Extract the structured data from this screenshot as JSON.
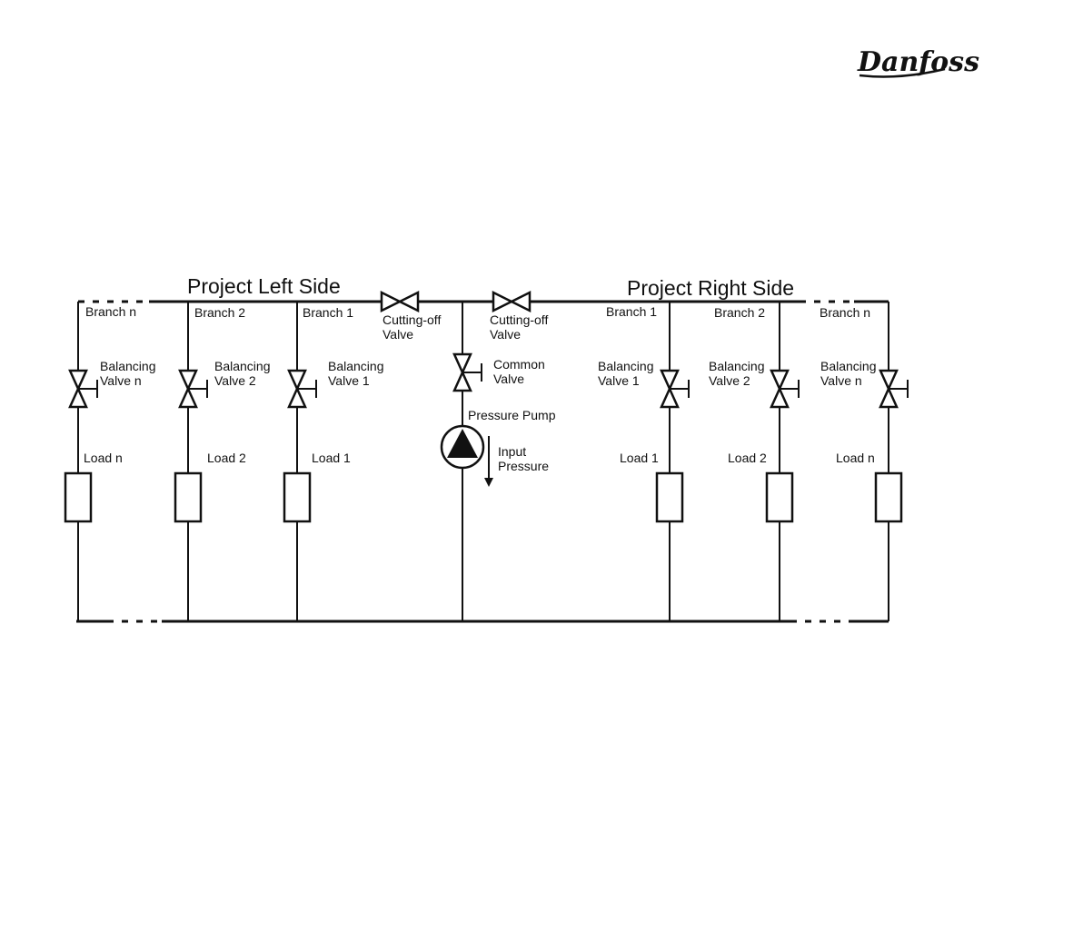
{
  "logo": {
    "text": "Danfoss"
  },
  "headings": {
    "left": "Project Left Side",
    "right": "Project Right Side"
  },
  "left": {
    "branches": [
      {
        "branch": "Branch n",
        "valve_line1": "Balancing",
        "valve_line2": "Valve n",
        "load": "Load n"
      },
      {
        "branch": "Branch 2",
        "valve_line1": "Balancing",
        "valve_line2": "Valve 2",
        "load": "Load 2"
      },
      {
        "branch": "Branch 1",
        "valve_line1": "Balancing",
        "valve_line2": "Valve 1",
        "load": "Load 1"
      }
    ]
  },
  "right": {
    "branches": [
      {
        "branch": "Branch 1",
        "valve_line1": "Balancing",
        "valve_line2": "Valve 1",
        "load": "Load 1"
      },
      {
        "branch": "Branch 2",
        "valve_line1": "Balancing",
        "valve_line2": "Valve 2",
        "load": "Load 2"
      },
      {
        "branch": "Branch n",
        "valve_line1": "Balancing",
        "valve_line2": "Valve n",
        "load": "Load n"
      }
    ]
  },
  "center": {
    "cutoff_left": {
      "line1": "Cutting-off",
      "line2": "Valve"
    },
    "cutoff_right": {
      "line1": "Cutting-off",
      "line2": "Valve"
    },
    "common_valve": {
      "line1": "Common",
      "line2": "Valve"
    },
    "pump": "Pressure Pump",
    "input_pressure": {
      "line1": "Input",
      "line2": "Pressure"
    }
  }
}
